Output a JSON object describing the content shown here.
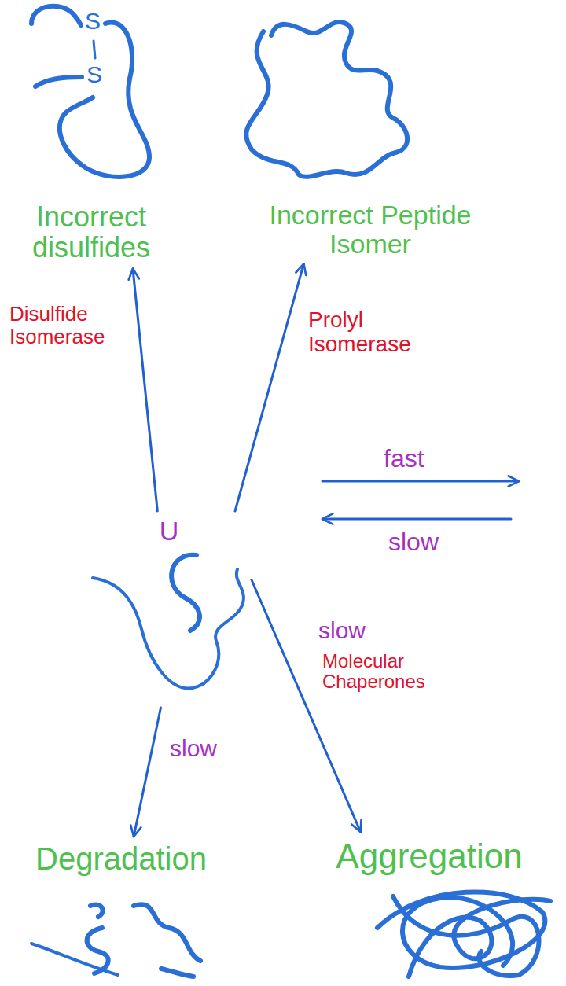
{
  "diagram": {
    "nodes": [
      {
        "text": [
          "Incorrect disulfides"
        ]
      },
      {
        "text": [
          "Incorrect Peptide Isomer"
        ]
      },
      {
        "text": [
          "U"
        ]
      },
      {
        "text": [
          "Degradation"
        ]
      },
      {
        "text": [
          "Aggregation"
        ]
      }
    ],
    "edges": [
      {
        "from": 2,
        "to": 0,
        "arrow": "to",
        "label": "Disulfide Isomerase"
      },
      {
        "from": 2,
        "to": 1,
        "arrow": "to",
        "label": "Prolyl Isomerase"
      },
      {
        "from": 2,
        "to": 3,
        "arrow": "to",
        "label": "slow"
      },
      {
        "from": 2,
        "to": 4,
        "arrow": "to",
        "label": "slow"
      }
    ],
    "labels": [
      "S",
      "S",
      "fast",
      "slow",
      "Molecular Chaperones"
    ]
  }
}
